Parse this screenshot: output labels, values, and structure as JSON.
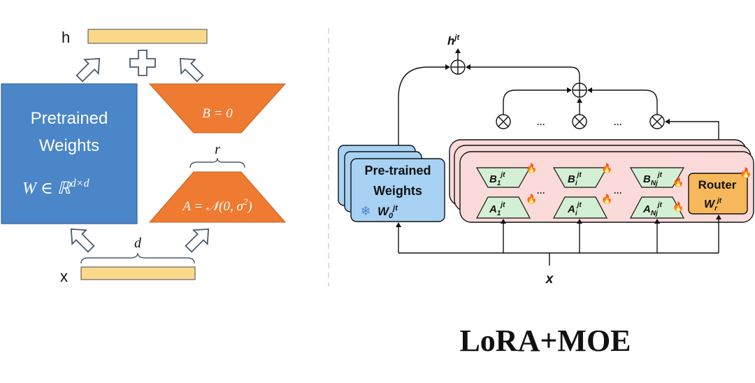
{
  "left_diagram": {
    "output_label": "h",
    "input_label": "x",
    "pretrained_title_line1": "Pretrained",
    "pretrained_title_line2": "Weights",
    "pretrained_formula": "W ∈ ℝ",
    "pretrained_formula_sup": "d×d",
    "b_label": "B = 0",
    "a_label": "A = 𝒩(0, σ",
    "a_label_sup": "2",
    "a_label_close": ")",
    "rank_label": "r",
    "dim_label": "d"
  },
  "right_diagram": {
    "output_label": "h",
    "output_sup": "jt",
    "input_label": "x",
    "pretrained_line1": "Pre-trained",
    "pretrained_line2": "Weights",
    "pretrained_w": "W",
    "pretrained_w_sub": "0",
    "pretrained_w_sup": "jt",
    "experts": [
      {
        "b": "B",
        "b_sub": "1",
        "a": "A",
        "a_sub": "1",
        "sup": "jt"
      },
      {
        "b": "B",
        "b_sub": "i",
        "a": "A",
        "a_sub": "i",
        "sup": "jt"
      },
      {
        "b": "B",
        "b_sub": "Nj",
        "a": "A",
        "a_sub": "Nj",
        "sup": "jt"
      }
    ],
    "router_label": "Router",
    "router_w": "W",
    "router_w_sub": "r",
    "router_w_sup": "jt",
    "ellipsis": "···",
    "snowflake": "❄",
    "fire": "🔥"
  },
  "caption": "LoRA+MOE",
  "colors": {
    "blue": "#4a86c8",
    "orange": "#ee7b31",
    "yellow": "#fbd98a",
    "light_blue": "#a8d2f4",
    "pink": "#fbdada",
    "mint": "#d4f0d4",
    "router": "#f6b85a"
  }
}
